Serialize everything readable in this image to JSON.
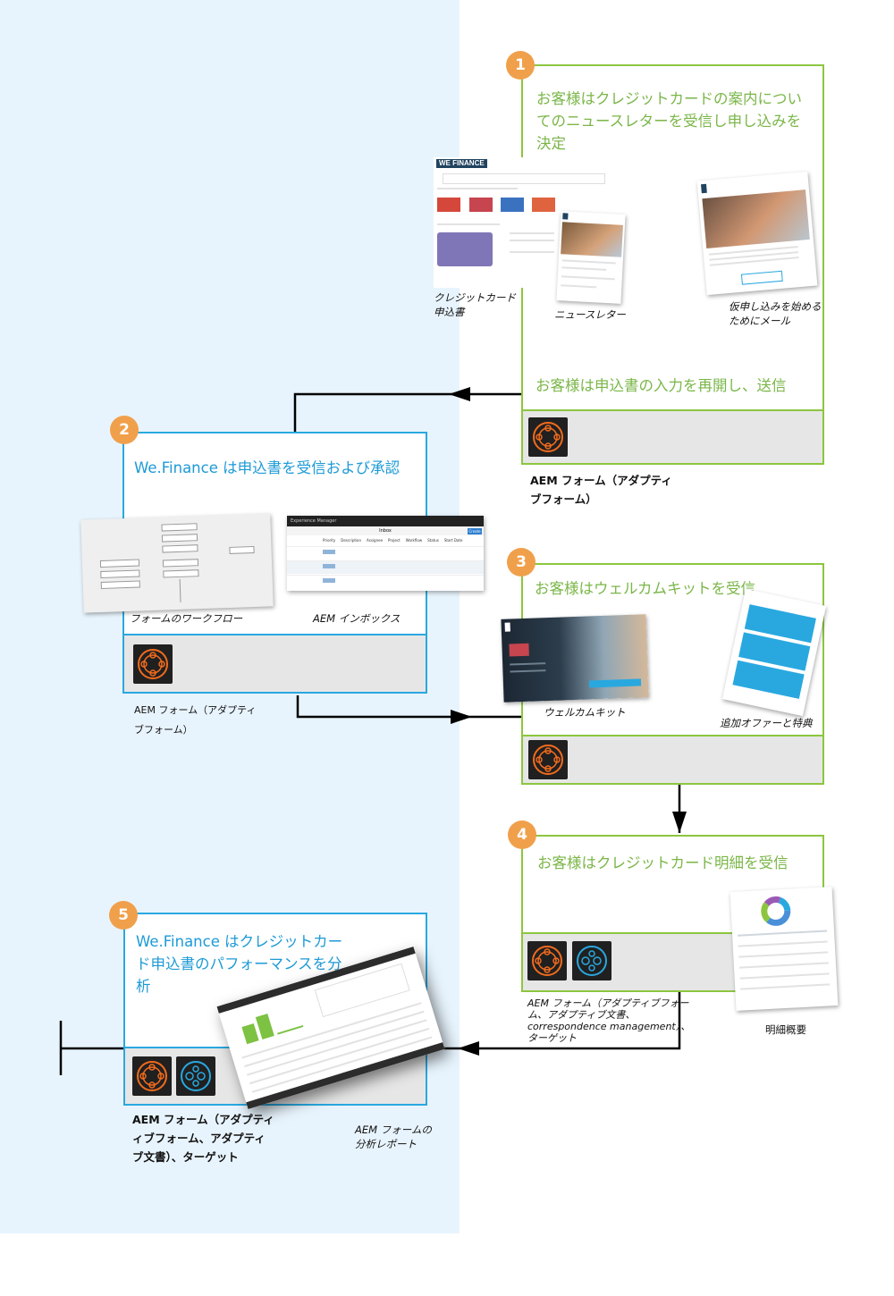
{
  "steps": [
    {
      "number": "1",
      "heading": "お客様はクレジットカードの案内についてのニュースレターを受信し申し込みを決定",
      "subheading": "お客様は申込書の入力を再開し、送信",
      "captions": [
        "クレジットカード\n申込書",
        "ニュースレター",
        "仮申し込みを始める\nためにメール"
      ],
      "product": "AEM フォーム（アダプティ\nブフォーム）"
    },
    {
      "number": "2",
      "heading": "We.Finance は申込書を受信および承認",
      "captions": [
        "フォームのワークフロー",
        "AEM インボックス"
      ],
      "product": "AEM フォーム（アダプティ\nブフォーム）"
    },
    {
      "number": "3",
      "heading": "お客様はウェルカムキットを受信",
      "captions": [
        "ウェルカムキット",
        "追加オファーと特典"
      ]
    },
    {
      "number": "4",
      "heading": "お客様はクレジットカード明細を受信",
      "captions": [
        "明細概要"
      ],
      "product": "AEM フォーム（アダプティブフォー\nム、アダプティブ文書、\ncorrespondence management）、\nターゲット"
    },
    {
      "number": "5",
      "heading": "We.Finance はクレジットカー\nド申込書のパフォーマンスを分\n析",
      "captions": [
        "AEM フォームの\n分析レポート"
      ],
      "product": "AEM フォーム（アダプティ\nィブフォーム、アダプティ\nブ文書）、ターゲット"
    }
  ],
  "brand": "FINANCE",
  "brand_prefix": "WE",
  "inbox_title": "Inbox",
  "inbox_header": "Experience Manager",
  "inbox_create": "Create",
  "inbox_columns": [
    "Priority",
    "Description",
    "Assignee",
    "Project",
    "Workflow",
    "Status",
    "Start Date"
  ],
  "colors": {
    "green": "#8cc63f",
    "blue": "#29a8e0",
    "orange_badge": "#f0a04b",
    "left_panel": "#e8f4fd",
    "footer_gray": "#e6e6e6",
    "forms_icon": "#f26b1d",
    "target_icon": "#29a8e0"
  },
  "icons": [
    "aem-forms-icon",
    "adobe-target-icon",
    "arrow-left-icon",
    "arrow-right-icon",
    "arrow-down-icon"
  ]
}
